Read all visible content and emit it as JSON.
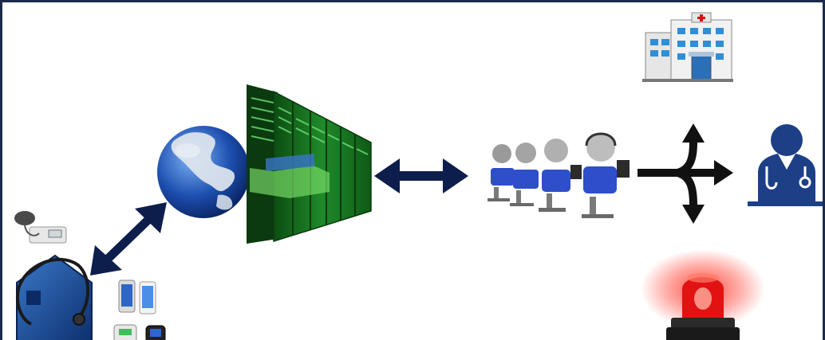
{
  "diagram": {
    "nodes": [
      {
        "id": "home-patient",
        "icon": "house-stethoscope-icon"
      },
      {
        "id": "bp-monitor",
        "icon": "blood-pressure-monitor-icon"
      },
      {
        "id": "smartphones",
        "icon": "smartphone-icon"
      },
      {
        "id": "wearables",
        "icon": "wearable-sensor-icon"
      },
      {
        "id": "internet",
        "icon": "globe-icon"
      },
      {
        "id": "server",
        "icon": "server-rack-icon"
      },
      {
        "id": "call-center",
        "icon": "operators-icon"
      },
      {
        "id": "hospital",
        "icon": "hospital-icon"
      },
      {
        "id": "doctor",
        "icon": "doctor-icon"
      },
      {
        "id": "alarm",
        "icon": "emergency-siren-icon"
      }
    ],
    "edges": [
      {
        "from": "home-patient",
        "to": "internet",
        "type": "bidirectional"
      },
      {
        "from": "server",
        "to": "call-center",
        "type": "bidirectional"
      },
      {
        "from": "call-center",
        "to": [
          "hospital",
          "doctor",
          "alarm"
        ],
        "type": "branching"
      }
    ]
  },
  "colors": {
    "navy": "#0d1e4c",
    "blue": "#1d3f86",
    "server_green": "#1f8a2a",
    "operator_blue": "#2e4fc9",
    "alarm_red": "#e31212",
    "border": "#1b2a4a"
  }
}
